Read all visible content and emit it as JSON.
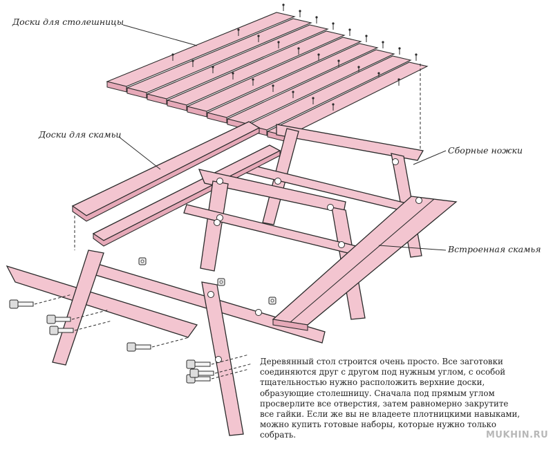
{
  "labels": {
    "tabletop_boards": "Доски для столешницы",
    "bench_boards": "Доски для скамьи",
    "assembled_legs": "Сборные ножки",
    "built_in_bench": "Встроенная скамья"
  },
  "description": "Деревянный стол строится очень просто. Все заготовки\nсоединяются друг с другом под нужным углом, с особой\nтщательностью нужно расположить верхние доски,\nобразующие столешницу. Сначала под прямым углом\nпросверлите все отверстия, затем равномерно закрутите\nвсе гайки. Если же вы не владеете плотницкими навыками,\nможно купить готовые наборы, которые нужно только собрать.",
  "watermark": "MUKHIN.RU",
  "colors": {
    "wood": "#f3c5d0",
    "wood_shade": "#e6a9b8",
    "outline": "#2a2a2a",
    "text": "#222222"
  }
}
